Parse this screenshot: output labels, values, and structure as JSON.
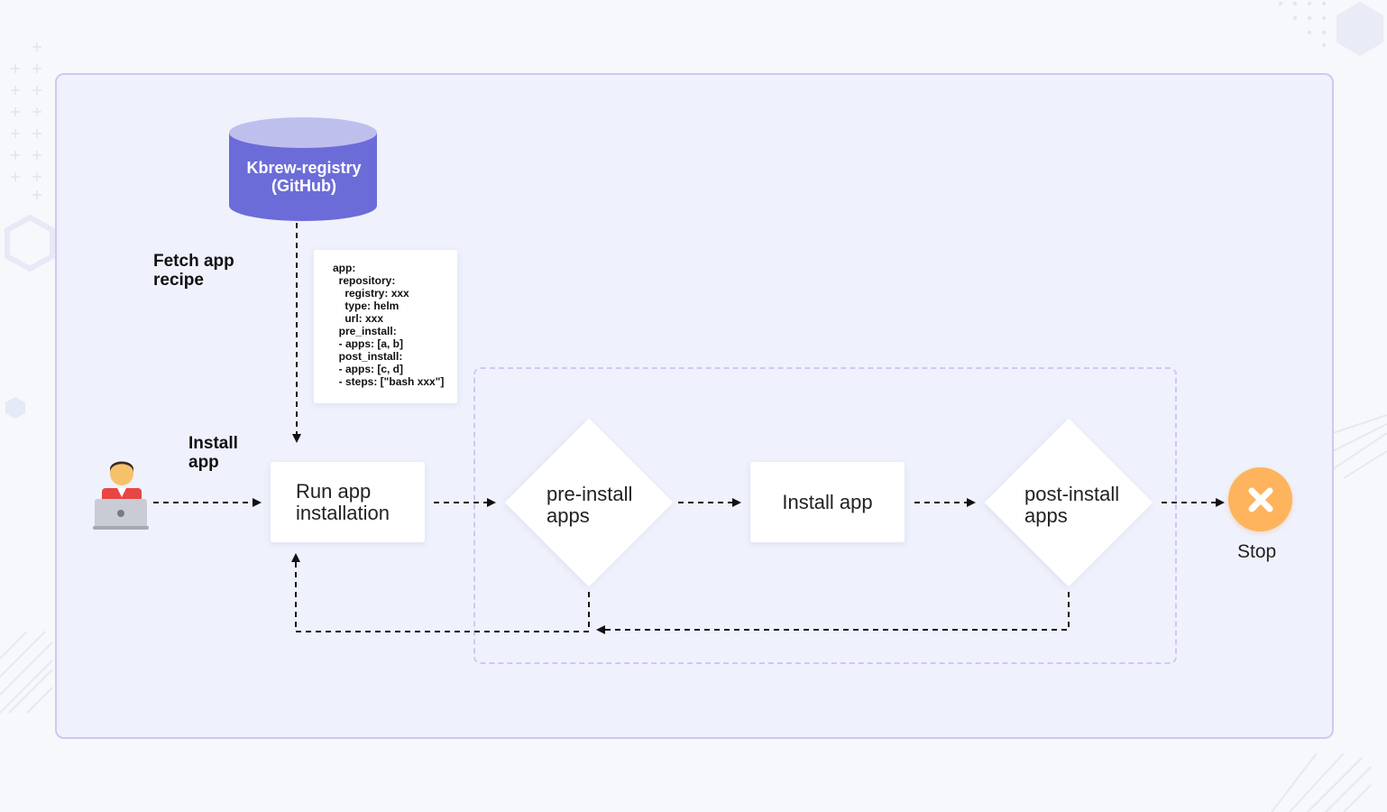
{
  "diagram": {
    "registry": {
      "label": "Kbrew-registry\n(GitHub)",
      "body_color": "#6c6cd9",
      "top_color": "#bfbfee"
    },
    "labels": {
      "fetch": "Fetch app\nrecipe",
      "install": "Install\napp"
    },
    "recipe_lines": "app:\n  repository:\n    registry: xxx\n    type: helm\n    url: xxx\n  pre_install:\n  - apps: [a, b]\n  post_install:\n  - apps: [c, d]\n  - steps: [\"bash xxx\"]",
    "nodes": {
      "run": "Run app\ninstallation",
      "pre_install": "pre-install\napps",
      "install": "Install app",
      "post_install": "post-install\napps",
      "stop": "Stop"
    },
    "colors": {
      "panel_border": "#cfc8ef",
      "stop": "#fdb45c",
      "user_shirt": "#e84545",
      "user_skin": "#f5c26b"
    },
    "icons": {
      "user": "user-laptop-icon",
      "stop": "close-icon"
    }
  }
}
